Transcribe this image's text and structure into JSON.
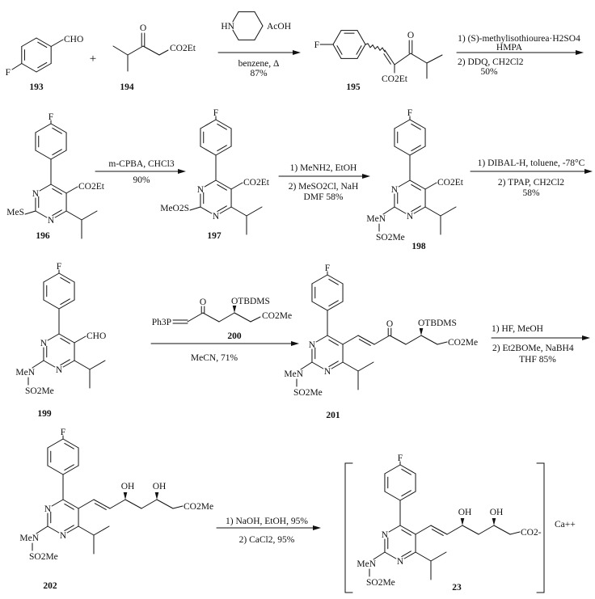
{
  "atoms": {
    "F": "F",
    "N": "N",
    "O": "O"
  },
  "plus": "+",
  "compounds": {
    "c193": {
      "label": "193",
      "formyl": "CHO"
    },
    "c194": {
      "label": "194",
      "ester": "CO2Et"
    },
    "c195": {
      "label": "195",
      "ester": "CO2Et"
    },
    "c196": {
      "label": "196",
      "c5": "CO2Et",
      "c2": "MeS"
    },
    "c197": {
      "label": "197",
      "c5": "CO2Et",
      "c2": "MeO2S"
    },
    "c198": {
      "label": "198",
      "c5": "CO2Et",
      "amine": "MeN",
      "sulfonyl": "SO2Me"
    },
    "c199": {
      "label": "199",
      "c5": "CHO",
      "amine": "MeN",
      "sulfonyl": "SO2Me"
    },
    "c200": {
      "label": "200",
      "ylide": "Ph3P",
      "silyl_ether": "OTBDMS",
      "ester": "CO2Me"
    },
    "c201": {
      "label": "201",
      "silyl_ether": "OTBDMS",
      "ester": "CO2Me",
      "amine": "MeN",
      "sulfonyl": "SO2Me"
    },
    "c202": {
      "label": "202",
      "hydroxyl_1": "OH",
      "hydroxyl_2": "OH",
      "ester": "CO2Me",
      "amine": "MeN",
      "sulfonyl": "SO2Me"
    },
    "c23": {
      "label": "23",
      "hydroxyl_1": "OH",
      "hydroxyl_2": "OH",
      "carboxylate": "CO2-",
      "counterion": "Ca++",
      "amine": "MeN",
      "sulfonyl": "SO2Me"
    }
  },
  "steps": [
    {
      "reagents": {
        "amine": "HN",
        "acid": "AcOH"
      },
      "above": [],
      "below": [
        "benzene, Δ",
        "87%"
      ]
    },
    {
      "above": [
        "1) (S)-methylisothiourea·H2SO4",
        "HMPA"
      ],
      "below": [
        "2) DDQ, CH2Cl2",
        "50%"
      ]
    },
    {
      "above": [
        "m-CPBA, CHCl3"
      ],
      "below": [
        "90%"
      ]
    },
    {
      "above": [
        "1) MeNH2, EtOH"
      ],
      "below": [
        "2) MeSO2Cl, NaH",
        "DMF 58%"
      ]
    },
    {
      "above": [
        "1) DIBAL-H, toluene, -78°C"
      ],
      "below": [
        "2) TPAP, CH2Cl2",
        "58%"
      ]
    },
    {
      "above": [],
      "below": [
        "MeCN, 71%"
      ]
    },
    {
      "above": [
        "1) HF, MeOH"
      ],
      "below": [
        "2) Et2BOMe, NaBH4",
        "THF 85%"
      ]
    },
    {
      "above": [
        "1) NaOH, EtOH, 95%"
      ],
      "below": [
        "2) CaCl2, 95%"
      ]
    }
  ]
}
